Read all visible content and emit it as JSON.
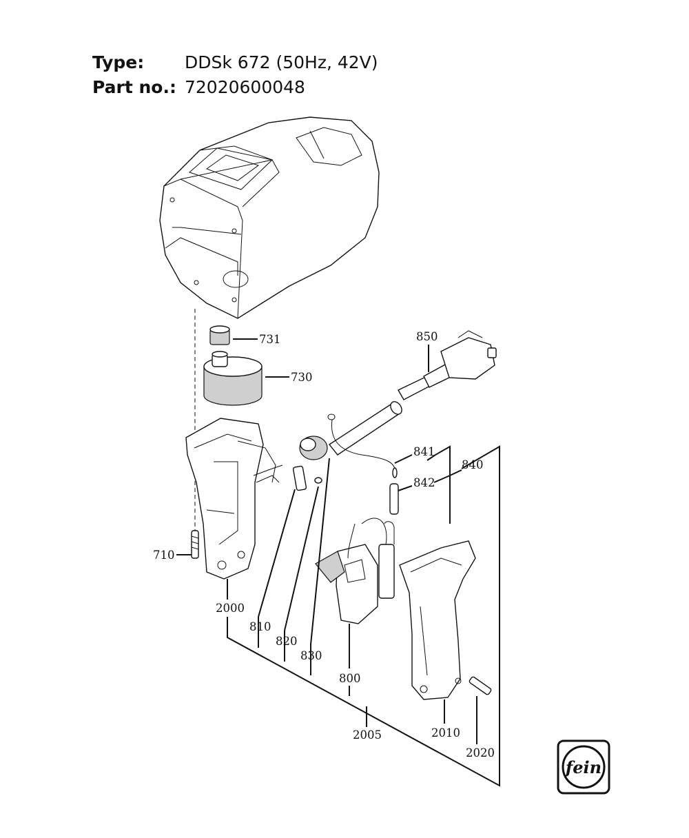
{
  "header": {
    "type_label": "Type:",
    "type_value": "DDSk 672 (50Hz, 42V)",
    "part_label": "Part no.:",
    "part_value": "72020600048"
  },
  "parts": {
    "p731": "731",
    "p730": "730",
    "p850": "850",
    "p841": "841",
    "p840": "840",
    "p842": "842",
    "p710": "710",
    "p2000": "2000",
    "p810": "810",
    "p820": "820",
    "p830": "830",
    "p800": "800",
    "p2005": "2005",
    "p2010": "2010",
    "p2020": "2020"
  },
  "logo": {
    "text": "fein"
  }
}
